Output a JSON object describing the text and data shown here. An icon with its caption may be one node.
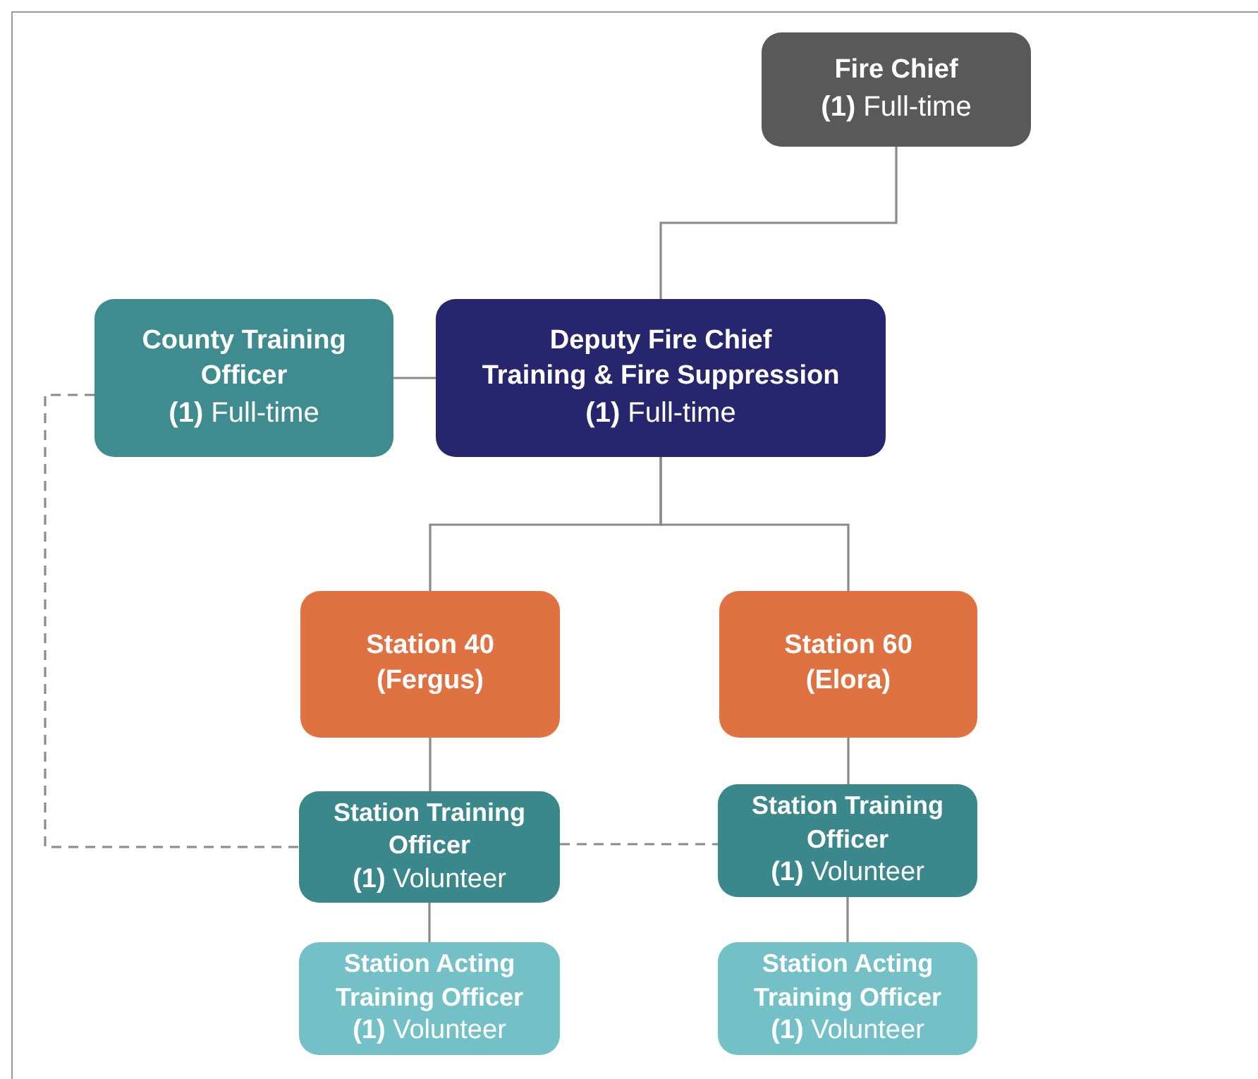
{
  "diagram": {
    "nodes": [
      {
        "text": [
          "Fire Chief",
          "**(1)** Full-time"
        ]
      },
      {
        "text": [
          "County Training Officer",
          "**(1)** Full-time"
        ]
      },
      {
        "text": [
          "Deputy Fire Chief",
          "Training & Fire Suppression",
          "**(1)** Full-time"
        ]
      },
      {
        "text": [
          "Station 40",
          "(Fergus)"
        ]
      },
      {
        "text": [
          "Station 60",
          "(Elora)"
        ]
      },
      {
        "text": [
          "Station Training Officer",
          "**(1)** Volunteer"
        ]
      },
      {
        "text": [
          "Station Training Officer",
          "**(1)** Volunteer"
        ]
      },
      {
        "text": [
          "Station Acting Training Officer",
          "**(1)** Volunteer"
        ]
      },
      {
        "text": [
          "Station Acting Training Officer",
          "**(1)** Volunteer"
        ]
      }
    ],
    "edges": [
      {
        "from": 0,
        "to": 2,
        "arrow": "none"
      },
      {
        "from": 2,
        "to": 1,
        "arrow": "none"
      },
      {
        "from": 2,
        "to": 3,
        "arrow": "none"
      },
      {
        "from": 2,
        "to": 4,
        "arrow": "none"
      },
      {
        "from": 3,
        "to": 5,
        "arrow": "none"
      },
      {
        "from": 4,
        "to": 6,
        "arrow": "none"
      },
      {
        "from": 5,
        "to": 7,
        "arrow": "none"
      },
      {
        "from": 6,
        "to": 8,
        "arrow": "none"
      },
      {
        "from": 1,
        "to": 5,
        "arrow": "none",
        "style": "dashed"
      },
      {
        "from": 5,
        "to": 6,
        "arrow": "none",
        "style": "dashed"
      }
    ]
  }
}
